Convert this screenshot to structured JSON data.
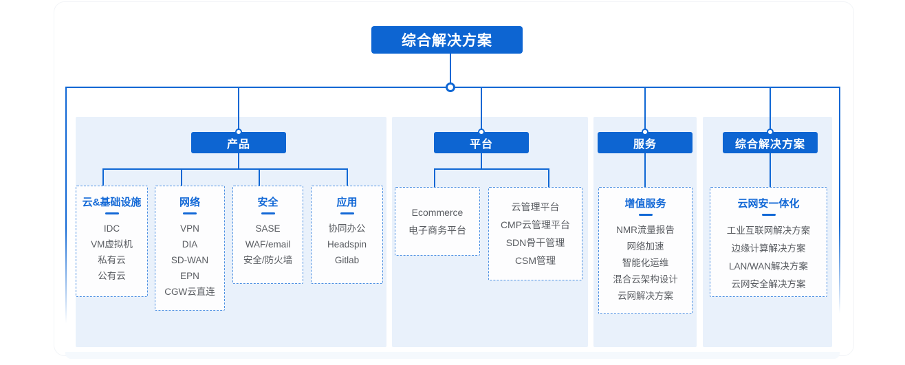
{
  "root": {
    "label": "综合解决方案"
  },
  "columns": [
    {
      "header": "产品",
      "groups": [
        {
          "title": "云&基础设施",
          "items": [
            "IDC",
            "VM虚拟机",
            "私有云",
            "公有云"
          ]
        },
        {
          "title": "网络",
          "items": [
            "VPN",
            "DIA",
            "SD-WAN",
            "EPN",
            "CGW云直连"
          ]
        },
        {
          "title": "安全",
          "items": [
            "SASE",
            "WAF/email",
            "安全/防火墙"
          ]
        },
        {
          "title": "应用",
          "items": [
            "协同办公",
            "Headspin",
            "Gitlab"
          ]
        }
      ]
    },
    {
      "header": "平台",
      "groups": [
        {
          "title": "",
          "items": [
            "Ecommerce",
            "电子商务平台"
          ]
        },
        {
          "title": "",
          "items": [
            "云管理平台",
            "CMP云管理平台",
            "SDN骨干管理",
            "CSM管理"
          ]
        }
      ]
    },
    {
      "header": "服务",
      "groups": [
        {
          "title": "增值服务",
          "items": [
            "NMR流量报告",
            "网络加速",
            "智能化运维",
            "混合云架构设计",
            "云网解决方案"
          ]
        }
      ]
    },
    {
      "header": "综合解决方案",
      "groups": [
        {
          "title": "云网安一体化",
          "items": [
            "工业互联网解决方案",
            "边缘计算解决方案",
            "LAN/WAN解决方案",
            "云网安全解决方案"
          ]
        }
      ]
    }
  ],
  "colors": {
    "primary_blue": "#0d65d2",
    "dashed_border_blue": "#4b8fe2",
    "panel_background": "#e9f1fb",
    "group_title_blue": "#1268d6",
    "item_text_gray": "#595c61"
  }
}
